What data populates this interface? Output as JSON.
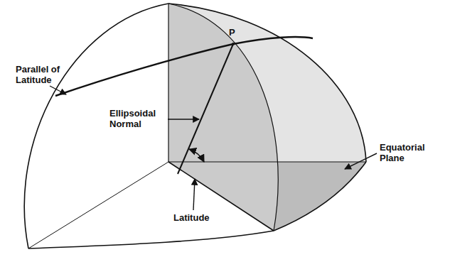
{
  "diagram": {
    "labels": [
      "Parallel of Latitude",
      "P",
      "Ellipsoidal Normal",
      "Equatorial Plane",
      "Latitude"
    ]
  }
}
